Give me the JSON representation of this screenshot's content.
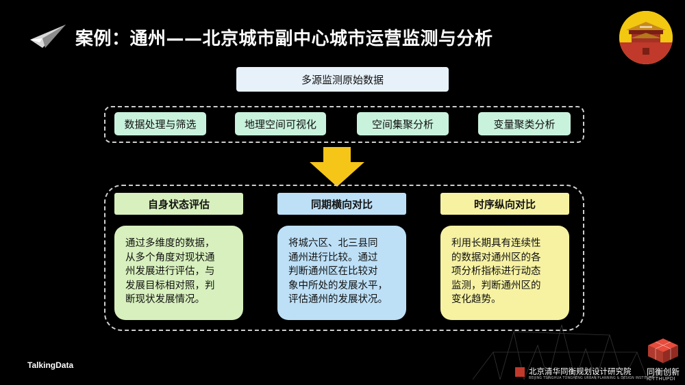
{
  "header": {
    "title": "案例：通州——北京城市副中心城市运营监测与分析"
  },
  "source": {
    "label": "多源监测原始数据"
  },
  "processing": {
    "items": [
      "数据处理与筛选",
      "地理空间可视化",
      "空间集聚分析",
      "变量聚类分析"
    ]
  },
  "evaluation": {
    "columns": [
      {
        "heading": "自身状态评估",
        "lines": [
          "通过多维度的数据，",
          "从多个角度对现状通",
          "州发展进行评估，与",
          "发展目标相对照，判",
          "断现状发展情况。"
        ],
        "color": "#d7f0bd"
      },
      {
        "heading": "同期横向对比",
        "lines": [
          "将城六区、北三县同",
          "通州进行比较。通过",
          "判断通州区在比较对",
          "象中所处的发展水平，",
          "评估通州的发展状况。"
        ],
        "color": "#bde0f7"
      },
      {
        "heading": "时序纵向对比",
        "lines": [
          "利用长期具有连续性",
          "的数据对通州区的各",
          "项分析指标进行动态",
          "监测，判断通州区的",
          "变化趋势。"
        ],
        "color": "#f6f2a2"
      }
    ]
  },
  "footer": {
    "left_brand": "TalkingData",
    "institute_name": "北京清华同衡规划设计研究院",
    "institute_sub": "BEIJING TSINGHUA TONGHENG URBAN PLANNING & DESIGN INSTITUTE",
    "brand_name": "同衡创新",
    "brand_en": "ICTTHUPDI"
  },
  "colors": {
    "background": "#000000",
    "arrow": "#f5c518",
    "process_fill": "#c9f2dd",
    "source_fill": "#e7f1fa"
  }
}
